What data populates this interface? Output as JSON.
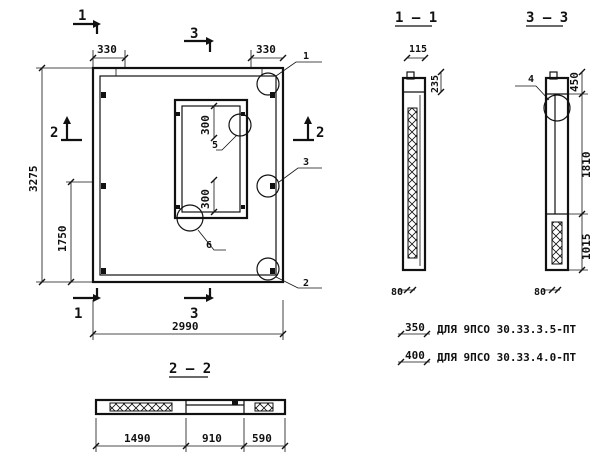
{
  "sections": {
    "s1_1": "1 — 1",
    "s3_3": "3 — 3",
    "s2_2": "2 — 2"
  },
  "cut_marks": {
    "one": "1",
    "two": "2",
    "three": "3"
  },
  "callouts": [
    "1",
    "2",
    "3",
    "4",
    "5",
    "6"
  ],
  "dimensions": {
    "d330_left": "330",
    "d330_right": "330",
    "d3275": "3275",
    "d1750": "1750",
    "d2990": "2990",
    "d300_a": "300",
    "d300_b": "300",
    "d115": "115",
    "d235": "235",
    "d450": "450",
    "d1810": "1810",
    "d1015": "1015",
    "d80_a": "80",
    "d80_b": "80",
    "d1490": "1490",
    "d910": "910",
    "d590": "590"
  },
  "variants": [
    {
      "dim": "350",
      "text": "ДЛЯ 9ПСО 30.33.3.5-ПТ"
    },
    {
      "dim": "400",
      "text": "ДЛЯ 9ПСО 30.33.4.0-ПТ"
    }
  ]
}
